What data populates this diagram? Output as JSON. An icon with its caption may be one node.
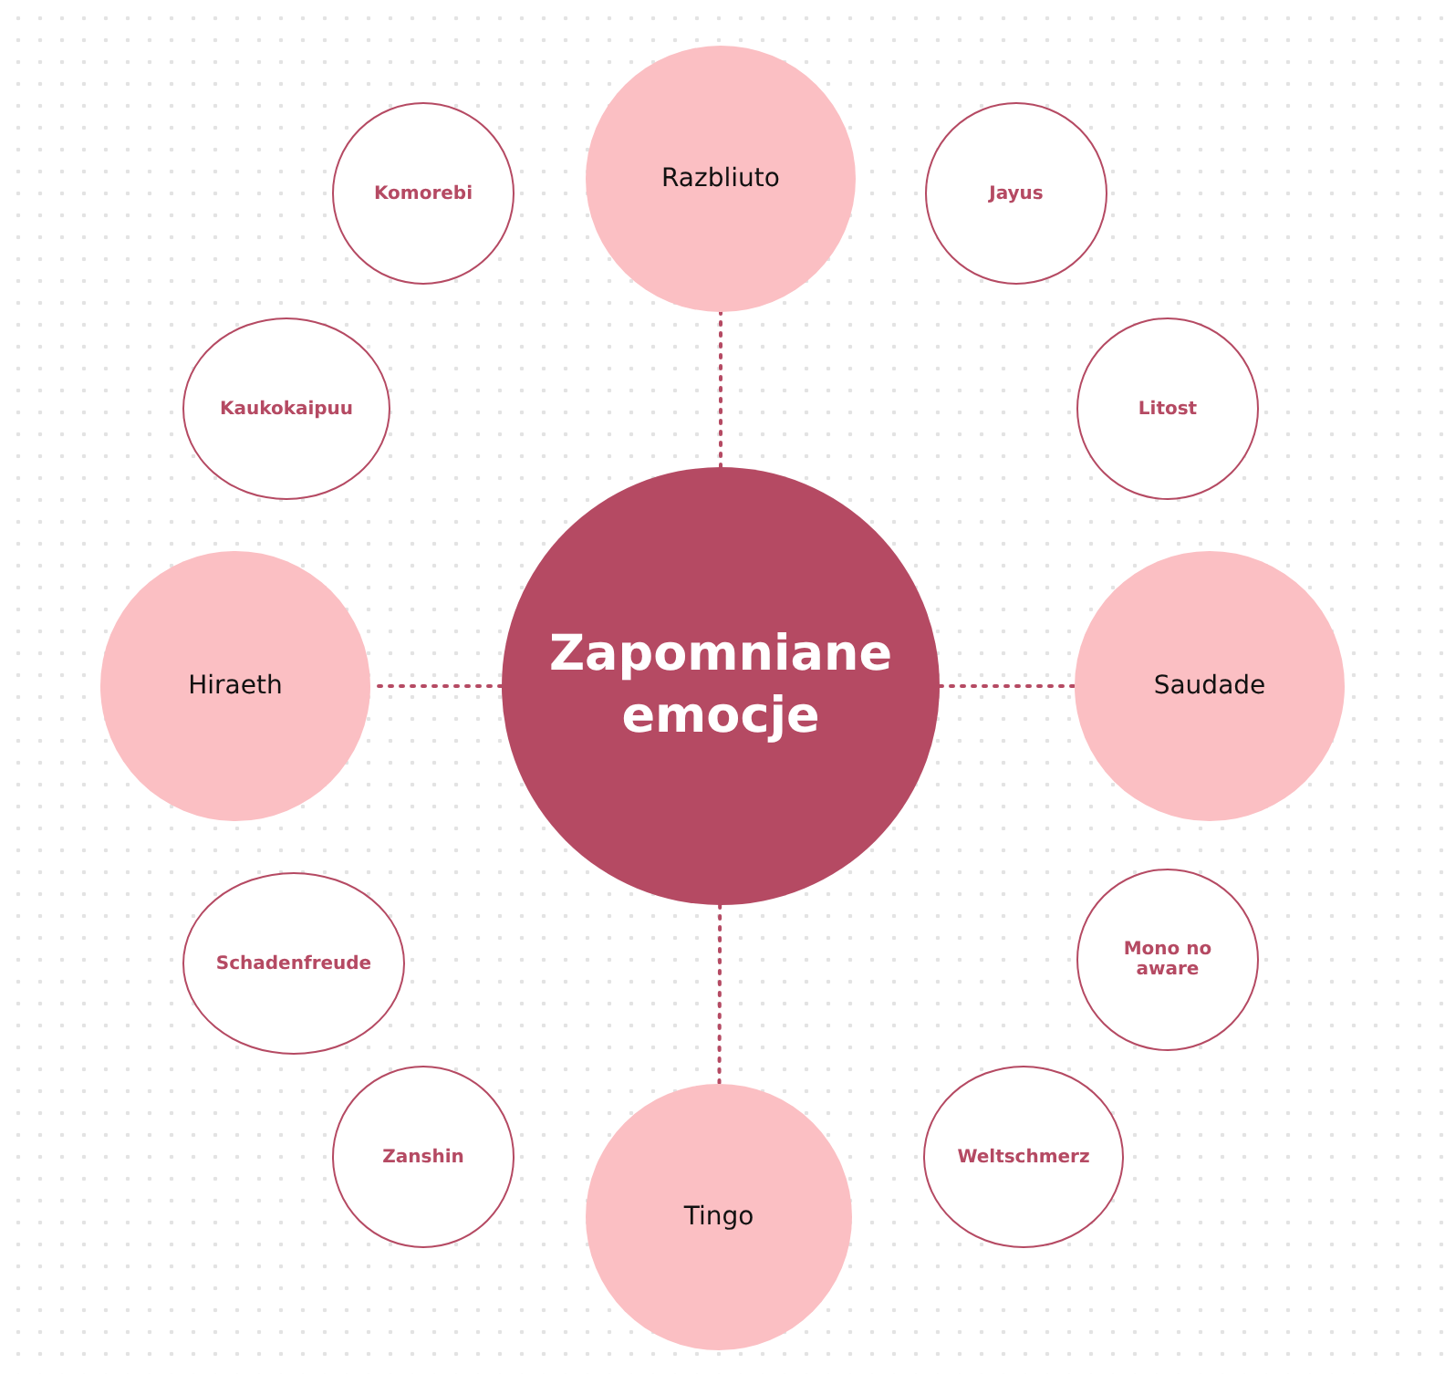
{
  "diagram": {
    "nodes": [
      {
        "text": [
          "Razbliuto"
        ]
      },
      {
        "text": [
          "Komorebi"
        ]
      },
      {
        "text": [
          "Jayus"
        ]
      },
      {
        "text": [
          "Kaukokaipuu"
        ]
      },
      {
        "text": [
          "Litost"
        ]
      },
      {
        "text": [
          "Zapomniane emocje"
        ]
      },
      {
        "text": [
          "Hiraeth"
        ]
      },
      {
        "text": [
          "Saudade"
        ]
      },
      {
        "text": [
          "Schadenfreude"
        ]
      },
      {
        "text": [
          "Mono no aware"
        ]
      },
      {
        "text": [
          "Zanshin"
        ]
      },
      {
        "text": [
          "Weltschmerz"
        ]
      },
      {
        "text": [
          "Tingo"
        ]
      }
    ],
    "edges": [
      {
        "from": 5,
        "to": 0,
        "arrow": "none",
        "style": "dashed"
      },
      {
        "from": 5,
        "to": 6,
        "arrow": "none",
        "style": "dashed"
      },
      {
        "from": 5,
        "to": 7,
        "arrow": "none",
        "style": "dashed"
      },
      {
        "from": 5,
        "to": 12,
        "arrow": "none",
        "style": "dashed"
      }
    ]
  }
}
